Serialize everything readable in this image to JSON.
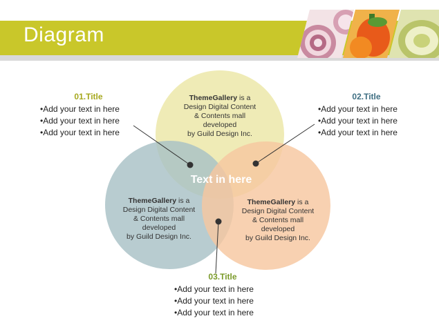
{
  "slide": {
    "title": "Diagram"
  },
  "center": {
    "label": "Text in here"
  },
  "circles": [
    {
      "bold": "ThemeGallery",
      "rest": " is a",
      "lines": [
        "Design Digital Content",
        "& Contents mall",
        "developed",
        "by Guild Design Inc."
      ]
    },
    {
      "bold": "ThemeGallery",
      "rest": " is a",
      "lines": [
        "Design Digital Content",
        "& Contents mall",
        "developed",
        "by Guild Design Inc."
      ]
    },
    {
      "bold": "ThemeGallery",
      "rest": " is a",
      "lines": [
        "Design Digital Content",
        "& Contents mall",
        "developed",
        "by Guild Design Inc."
      ]
    }
  ],
  "callouts": [
    {
      "title": "01.Title",
      "items": [
        "Add your text in here",
        "Add your text in here",
        "Add your text in here"
      ]
    },
    {
      "title": "02.Title",
      "items": [
        "Add your text in here",
        "Add your text in here",
        "Add your text in here"
      ]
    },
    {
      "title": "03.Title",
      "items": [
        "Add your text in here",
        "Add your text in here",
        "Add your text in here"
      ]
    }
  ],
  "colors": {
    "header": "#c9c72a",
    "circle_top": "#ebe6a6",
    "circle_left": "#a8c1c6",
    "circle_right": "#f7c7a0",
    "title1": "#a6a81e",
    "title2": "#3e6e82",
    "title3": "#7a9a2a"
  },
  "icons": [
    "onion-photo",
    "pepper-photo",
    "squash-photo"
  ]
}
